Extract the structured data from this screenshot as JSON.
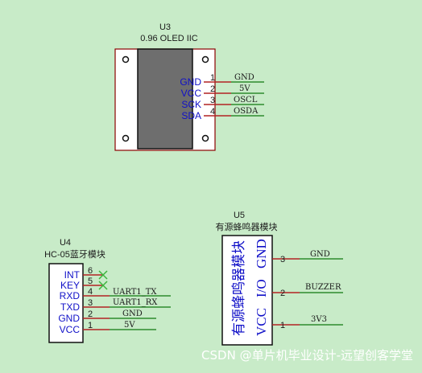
{
  "oled": {
    "ref": "U3",
    "title": "0.96 OLED IIC",
    "pins": [
      {
        "name": "GND",
        "num": "1",
        "net": "GND"
      },
      {
        "name": "VCC",
        "num": "2",
        "net": "5V"
      },
      {
        "name": "SCK",
        "num": "3",
        "net": "OSCL"
      },
      {
        "name": "SDA",
        "num": "4",
        "net": "OSDA"
      }
    ]
  },
  "buzzer": {
    "ref": "U5",
    "title": "有源蜂鸣器模块",
    "body_text": "有源蜂鸣器模块",
    "pins": [
      {
        "name": "GND",
        "num": "3",
        "net": "GND"
      },
      {
        "name": "I/O",
        "num": "2",
        "net": "BUZZER"
      },
      {
        "name": "VCC",
        "num": "1",
        "net": "3V3"
      }
    ]
  },
  "bt": {
    "ref": "U4",
    "title": "HC-05蓝牙模块",
    "pins": [
      {
        "name": "INT",
        "num": "6",
        "net": ""
      },
      {
        "name": "KEY",
        "num": "5",
        "net": ""
      },
      {
        "name": "RXD",
        "num": "4",
        "net": "UART1_TX"
      },
      {
        "name": "TXD",
        "num": "3",
        "net": "UART1_RX"
      },
      {
        "name": "GND",
        "num": "2",
        "net": "GND"
      },
      {
        "name": "VCC",
        "num": "1",
        "net": "5V"
      }
    ]
  },
  "watermark": "CSDN @单片机毕业设计-远望创客学堂",
  "colors": {
    "background": "#c8ebc8",
    "wire": "#2e8b2e",
    "pin": "#b22222",
    "label": "#1010c8",
    "screen": "#6e6e6e",
    "noconnect": "#3cb43c"
  }
}
